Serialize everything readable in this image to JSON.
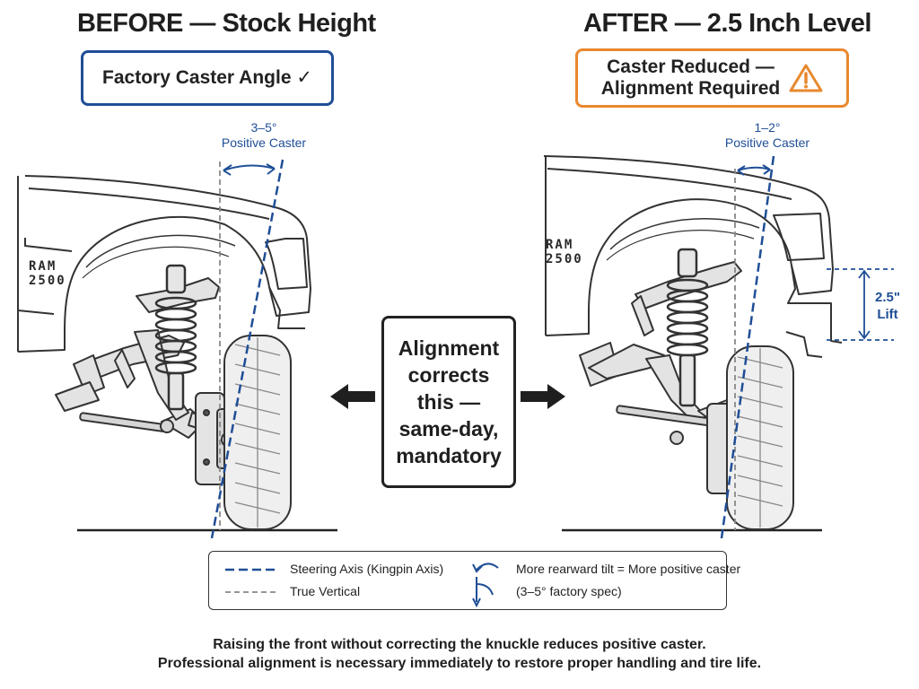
{
  "left": {
    "title": "BEFORE — Stock Height",
    "badge": "Factory Caster Angle ✓",
    "angle_label_1": "3–5°",
    "angle_label_2": "Positive Caster",
    "truck_line_1": "RAM",
    "truck_line_2": "2500"
  },
  "right": {
    "title": "AFTER — 2.5 Inch Level",
    "badge_line_1": "Caster Reduced —",
    "badge_line_2": "Alignment Required",
    "angle_label_1": "1–2°",
    "angle_label_2": "Positive Caster",
    "truck_line_1": "RAM",
    "truck_line_2": "2500",
    "lift_line_1": "2.5\"",
    "lift_line_2": "Lift"
  },
  "center": {
    "lines": [
      "Alignment",
      "corrects",
      "this —",
      "same-day,",
      "mandatory"
    ]
  },
  "legend": {
    "steering_axis": "Steering Axis (Kingpin Axis)",
    "true_vertical": "True Vertical",
    "tilt_line_1": "More rearward tilt = More positive caster",
    "tilt_line_2": "(3–5° factory spec)"
  },
  "footer": {
    "line_1": "Raising the front without correcting the knuckle reduces positive caster.",
    "line_2": "Professional alignment is necessary immediately to restore proper handling and tire life."
  },
  "colors": {
    "accent_blue": "#1f4e96",
    "warn_orange": "#e8892f",
    "ink": "#1f1f1f"
  },
  "icons": [
    "check-icon",
    "warning-triangle-icon",
    "arrow-left-icon",
    "arrow-right-icon",
    "rotation-arrow-icon"
  ]
}
